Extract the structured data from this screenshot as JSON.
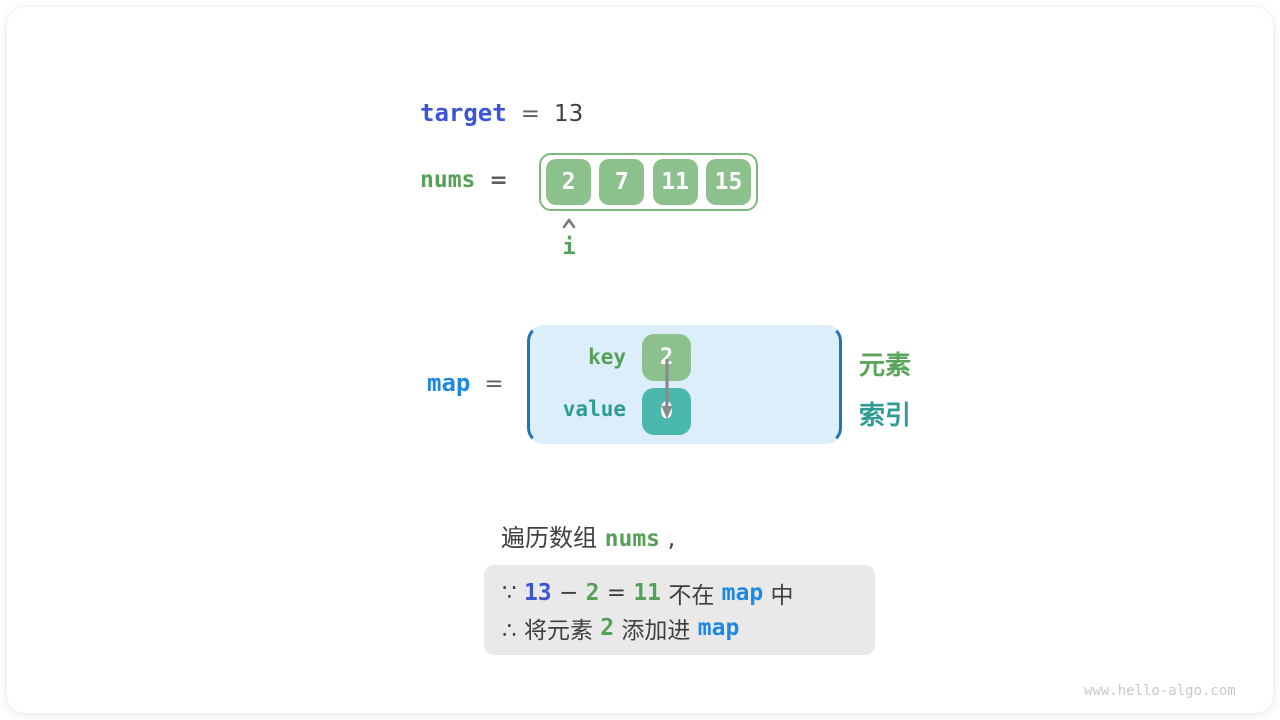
{
  "target_line": {
    "keyword": "target",
    "equals": "=",
    "value": "13"
  },
  "nums_line": {
    "keyword": "nums",
    "equals": "="
  },
  "array": {
    "items": [
      "2",
      "7",
      "11",
      "15"
    ]
  },
  "pointer": {
    "label": "i"
  },
  "map": {
    "keyword": "map",
    "equals": "=",
    "key_label": "key",
    "value_label": "value",
    "entry": {
      "key": "2",
      "value": "0"
    },
    "legend": {
      "element": "元素",
      "index": "索引"
    }
  },
  "caption": {
    "tokens": [
      "遍历数组 ",
      "nums",
      " ,"
    ]
  },
  "note": {
    "line1": [
      "∵ ",
      "13",
      " − ",
      "2",
      " = ",
      "11",
      " 不在 ",
      "map",
      " 中"
    ],
    "line2": [
      "∴ 将元素 ",
      "2",
      " 添加进 ",
      "map"
    ]
  },
  "watermark": "www.hello-algo.com",
  "colors": {
    "royal_blue": "#3a55d5",
    "sky_blue": "#1e88e5",
    "green_text": "#56a158",
    "green_fill": "#8cc08c",
    "teal_text": "#2d9c94",
    "teal_fill": "#4bb8ae",
    "map_bg": "#dceefa",
    "map_border": "#1d76bb",
    "array_border": "#7cb97f",
    "note_bg": "#e9e9e9",
    "dark_text": "#404040",
    "arrow_gray": "#8a8a8a"
  }
}
